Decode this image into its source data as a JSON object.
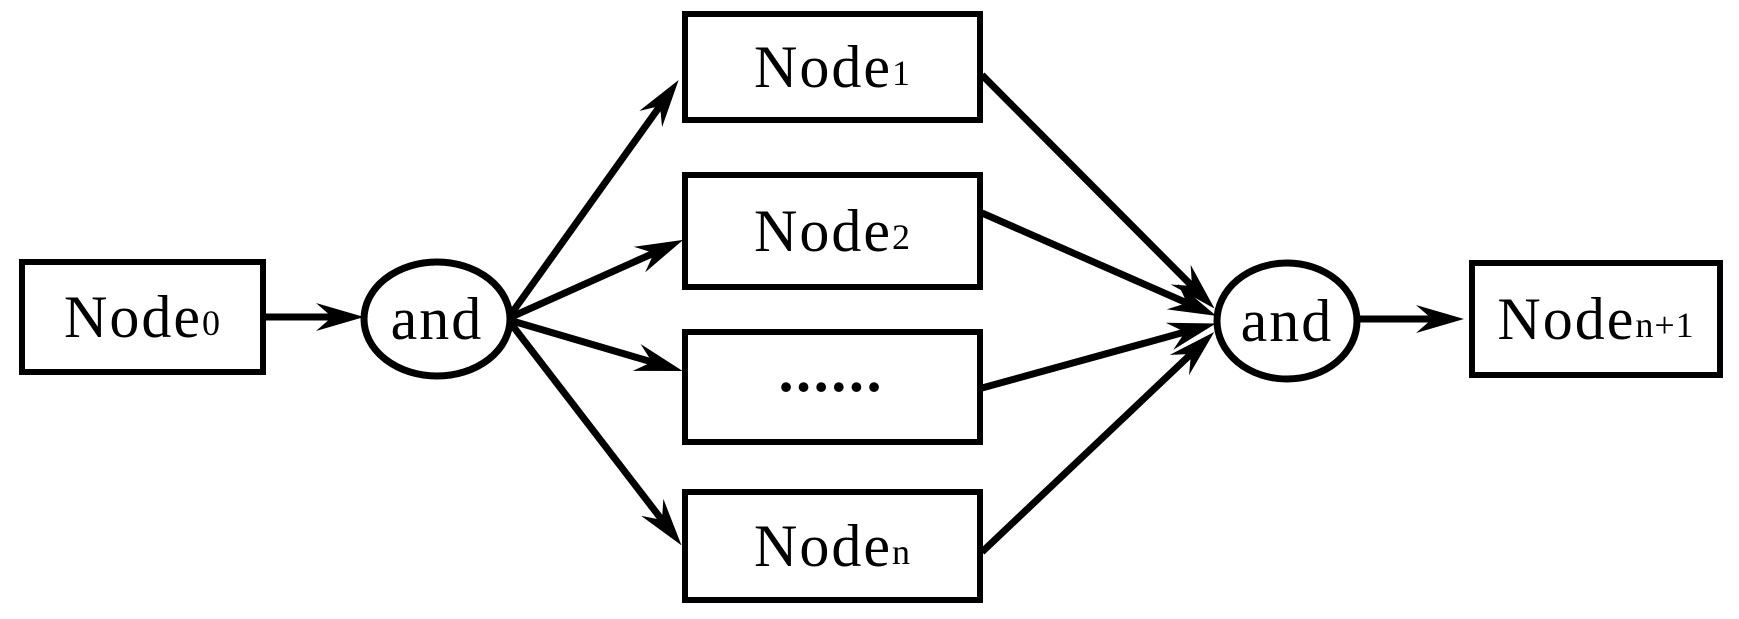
{
  "diagram": {
    "colors": {
      "background": "#ffffff",
      "stroke": "#000000"
    },
    "nodes": {
      "node0": {
        "base": "Node",
        "sub": "0"
      },
      "and_left": {
        "label": "and"
      },
      "node1": {
        "base": "Node",
        "sub": "1"
      },
      "node2": {
        "base": "Node",
        "sub": "2"
      },
      "dots": {
        "label": "••••••"
      },
      "node_n": {
        "base": "Node",
        "sub": "n"
      },
      "and_right": {
        "label": "and"
      },
      "node_n1": {
        "base": "Node",
        "sub": "n+1"
      }
    },
    "edges": [
      {
        "from": "node0",
        "to": "and_left"
      },
      {
        "from": "and_left",
        "to": "node1"
      },
      {
        "from": "and_left",
        "to": "node2"
      },
      {
        "from": "and_left",
        "to": "dots"
      },
      {
        "from": "and_left",
        "to": "node_n"
      },
      {
        "from": "node1",
        "to": "and_right"
      },
      {
        "from": "node2",
        "to": "and_right"
      },
      {
        "from": "dots",
        "to": "and_right"
      },
      {
        "from": "node_n",
        "to": "and_right"
      },
      {
        "from": "and_right",
        "to": "node_n1"
      }
    ]
  }
}
